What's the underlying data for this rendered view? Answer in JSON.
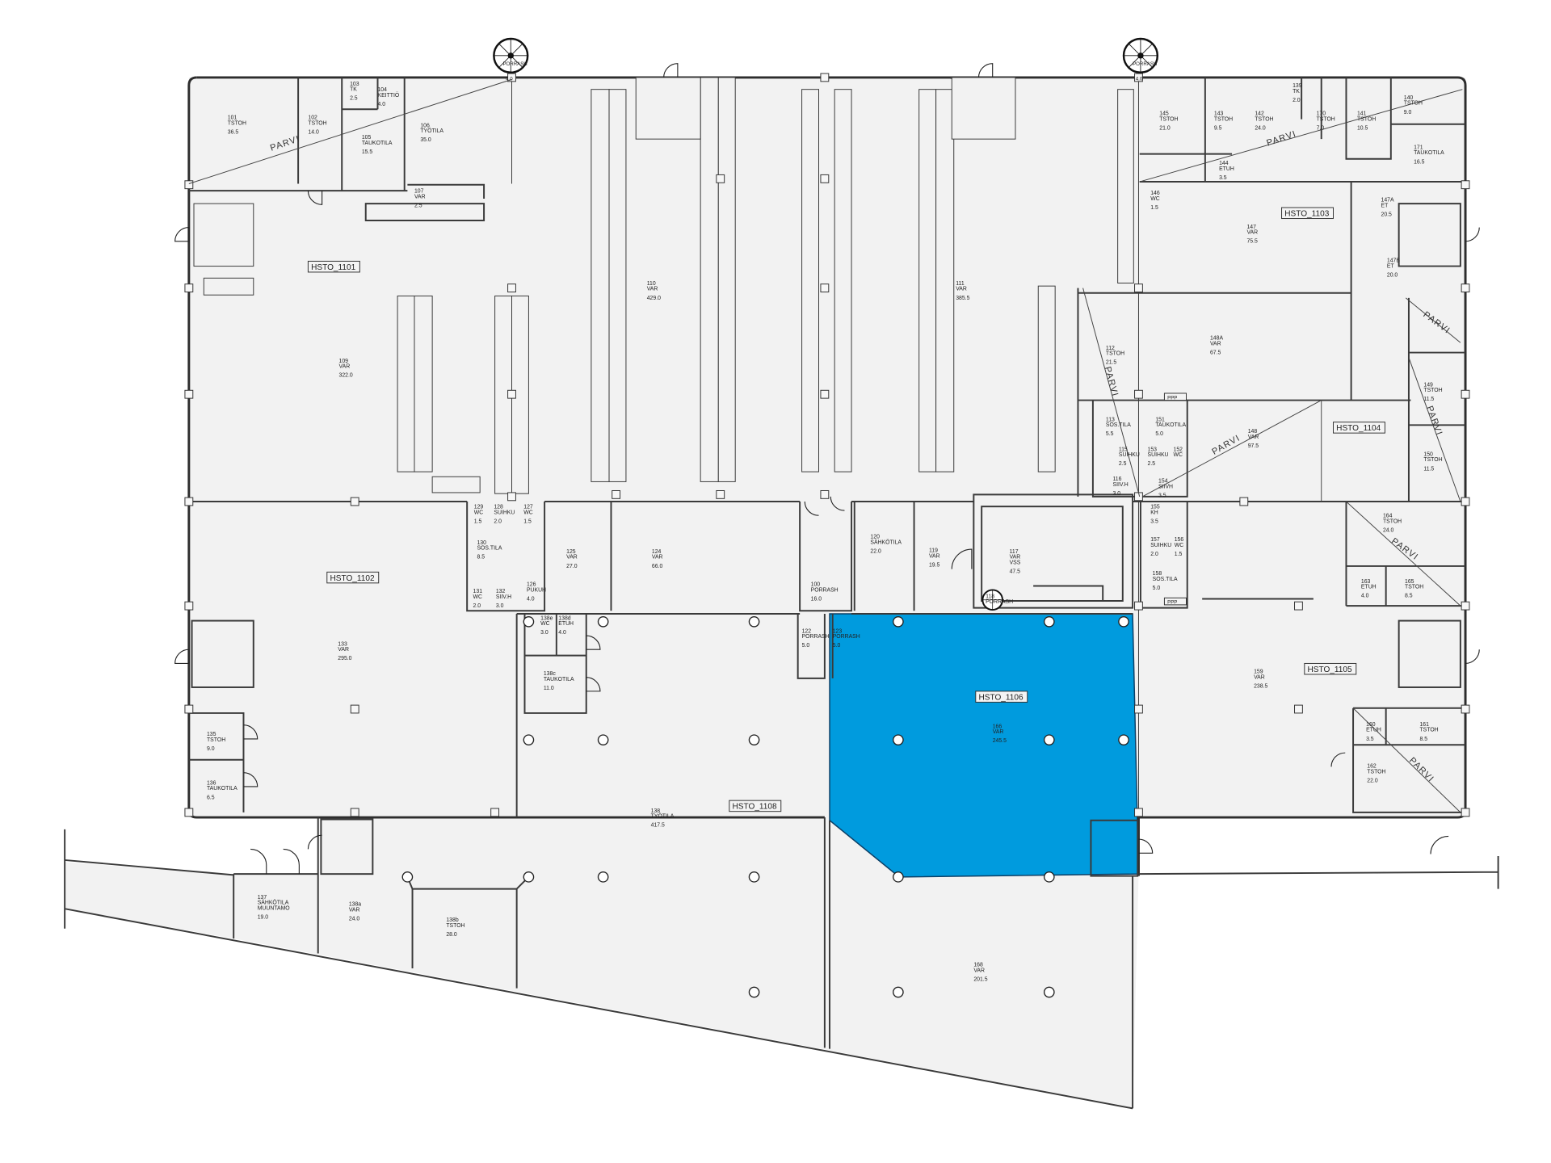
{
  "highlight": {
    "zone": "HSTO_1106",
    "color": "#009bde"
  },
  "zones": [
    {
      "id": "HSTO_1101"
    },
    {
      "id": "HSTO_1102"
    },
    {
      "id": "HSTO_1103"
    },
    {
      "id": "HSTO_1104"
    },
    {
      "id": "HSTO_1105"
    },
    {
      "id": "HSTO_1106"
    },
    {
      "id": "HSTO_1108"
    }
  ],
  "rooms": [
    {
      "n": "101",
      "t": "TSTOH",
      "a": "36.5"
    },
    {
      "n": "102",
      "t": "TSTOH",
      "a": "14.0"
    },
    {
      "n": "103",
      "t": "TK",
      "a": "2.5"
    },
    {
      "n": "104",
      "t": "KEITTIÖ",
      "a": "4.0"
    },
    {
      "n": "105",
      "t": "TAUKOTILA",
      "a": "15.5"
    },
    {
      "n": "106",
      "t": "TYÖTILA",
      "a": "35.0"
    },
    {
      "n": "107",
      "t": "VAR",
      "a": "2.5"
    },
    {
      "n": "109",
      "t": "VAR",
      "a": "322.0"
    },
    {
      "n": "110",
      "t": "VAR",
      "a": "429.0"
    },
    {
      "n": "111",
      "t": "VAR",
      "a": "385.5"
    },
    {
      "n": "112",
      "t": "TSTOH",
      "a": "21.5"
    },
    {
      "n": "113",
      "t": "SOS.TILA",
      "a": "5.5"
    },
    {
      "n": "115",
      "t": "SUIHKU",
      "a": "2.5"
    },
    {
      "n": "116",
      "t": "SIIV.H",
      "a": "3.0"
    },
    {
      "n": "117",
      "t": "VAR",
      "t2": "VSS",
      "a": "47.5"
    },
    {
      "n": "118",
      "t": "PORRASH",
      "a": ""
    },
    {
      "n": "119",
      "t": "VAR",
      "a": "19.5"
    },
    {
      "n": "120",
      "t": "SÄHKÖTILA",
      "a": "22.0"
    },
    {
      "n": "100",
      "t": "PORRASH",
      "a": "16.0"
    },
    {
      "n": "122",
      "t": "PORRASH",
      "a": "5.0"
    },
    {
      "n": "123",
      "t": "PORRASH",
      "a": "5.0"
    },
    {
      "n": "124",
      "t": "VAR",
      "a": "66.0"
    },
    {
      "n": "125",
      "t": "VAR",
      "a": "27.0"
    },
    {
      "n": "126",
      "t": "PUKUH",
      "a": "4.0"
    },
    {
      "n": "127",
      "t": "WC",
      "a": "1.5"
    },
    {
      "n": "128",
      "t": "SUIHKU",
      "a": "2.0"
    },
    {
      "n": "129",
      "t": "WC",
      "a": "1.5"
    },
    {
      "n": "130",
      "t": "SOS.TILA",
      "a": "8.5"
    },
    {
      "n": "131",
      "t": "WC",
      "a": "2.0"
    },
    {
      "n": "132",
      "t": "SIIV.H",
      "a": "3.0"
    },
    {
      "n": "133",
      "t": "VAR",
      "a": "295.0"
    },
    {
      "n": "135",
      "t": "TSTOH",
      "a": "9.0"
    },
    {
      "n": "136",
      "t": "TAUKOTILA",
      "a": "6.5"
    },
    {
      "n": "137",
      "t": "SÄHKÖTILA",
      "t2": "MUUNTAMO",
      "a": "19.0"
    },
    {
      "n": "138a",
      "t": "VAR",
      "a": "24.0"
    },
    {
      "n": "138b",
      "t": "TSTOH",
      "a": "28.0"
    },
    {
      "n": "138",
      "t": "TYÖTILA",
      "a": "417.5"
    },
    {
      "n": "138c",
      "t": "TAUKOTILA",
      "a": "11.0"
    },
    {
      "n": "138e",
      "t": "WC",
      "a": "3.0"
    },
    {
      "n": "138d",
      "t": "ETUH",
      "a": "4.0"
    },
    {
      "n": "139",
      "t": "TK",
      "a": "2.0"
    },
    {
      "n": "140",
      "t": "TSTOH",
      "a": "9.0"
    },
    {
      "n": "141",
      "t": "TSTOH",
      "a": "10.5"
    },
    {
      "n": "142",
      "t": "TSTOH",
      "a": "24.0"
    },
    {
      "n": "143",
      "t": "TSTOH",
      "a": "9.5"
    },
    {
      "n": "144",
      "t": "ETUH",
      "a": "3.5"
    },
    {
      "n": "145",
      "t": "TSTOH",
      "a": "21.0"
    },
    {
      "n": "146",
      "t": "WC",
      "a": "1.5"
    },
    {
      "n": "147",
      "t": "VAR",
      "a": "75.5"
    },
    {
      "n": "147A",
      "t": "ET",
      "a": "20.5"
    },
    {
      "n": "147B",
      "t": "ET",
      "a": "20.0"
    },
    {
      "n": "148A",
      "t": "VAR",
      "a": "67.5"
    },
    {
      "n": "148",
      "t": "VAR",
      "a": "97.5"
    },
    {
      "n": "149",
      "t": "TSTOH",
      "a": "11.5"
    },
    {
      "n": "150",
      "t": "TSTOH",
      "a": "11.5"
    },
    {
      "n": "151",
      "t": "TAUKOTILA",
      "a": "5.0"
    },
    {
      "n": "152",
      "t": "WC",
      "a": ""
    },
    {
      "n": "153",
      "t": "SUIHKU",
      "a": "2.5"
    },
    {
      "n": "154",
      "t": "SIIVH",
      "a": "3.5"
    },
    {
      "n": "155",
      "t": "KH",
      "a": "3.5"
    },
    {
      "n": "156",
      "t": "WC",
      "a": "1.5"
    },
    {
      "n": "157",
      "t": "SUIHKU",
      "a": "2.0"
    },
    {
      "n": "158",
      "t": "SOS.TILA",
      "a": "5.0"
    },
    {
      "n": "159",
      "t": "VAR",
      "a": "238.5"
    },
    {
      "n": "160",
      "t": "ETUH",
      "a": "3.5"
    },
    {
      "n": "161",
      "t": "TSTOH",
      "a": "8.5"
    },
    {
      "n": "162",
      "t": "TSTOH",
      "a": "22.0"
    },
    {
      "n": "163",
      "t": "ETUH",
      "a": "4.0"
    },
    {
      "n": "164",
      "t": "TSTOH",
      "a": "24.0"
    },
    {
      "n": "165",
      "t": "TSTOH",
      "a": "8.5"
    },
    {
      "n": "166",
      "t": "VAR",
      "a": "245.5"
    },
    {
      "n": "168",
      "t": "VAR",
      "a": "201.5"
    },
    {
      "n": "170",
      "t": "TSTOH",
      "a": "7.0"
    },
    {
      "n": "171",
      "t": "TAUKOTILA",
      "a": "16.5"
    }
  ],
  "parvi_label": "PARVI",
  "spiral_stairs": [
    {
      "label": "PORRASH",
      "area": "4.0"
    },
    {
      "label": "PORRASH",
      "area": "4.0"
    }
  ],
  "tag_ppp": "PPP"
}
